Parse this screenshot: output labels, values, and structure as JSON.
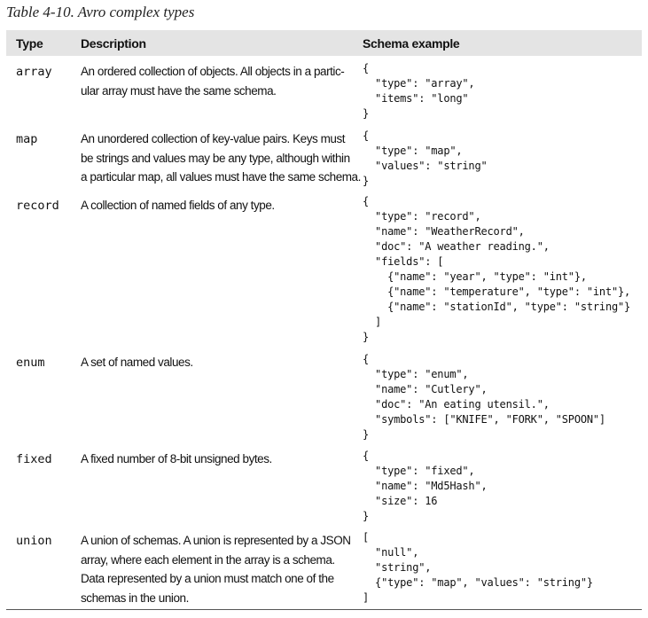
{
  "caption": "Table 4-10. Avro complex types",
  "headers": {
    "type": "Type",
    "description": "Description",
    "schema": "Schema example"
  },
  "rows": [
    {
      "type": "array",
      "description": [
        "An ordered collection of objects. All objects in a partic-",
        "ular array must have the same schema."
      ],
      "schema": "{\n  \"type\": \"array\",\n  \"items\": \"long\"\n}"
    },
    {
      "type": "map",
      "description": [
        "An unordered collection of key-value pairs. Keys must",
        "be strings and values may be any type, although within",
        "a particular map, all values must have the same schema."
      ],
      "schema": "{\n  \"type\": \"map\",\n  \"values\": \"string\"\n}"
    },
    {
      "type": "record",
      "description": [
        "A collection of named fields of any type."
      ],
      "schema": "{\n  \"type\": \"record\",\n  \"name\": \"WeatherRecord\",\n  \"doc\": \"A weather reading.\",\n  \"fields\": [\n    {\"name\": \"year\", \"type\": \"int\"},\n    {\"name\": \"temperature\", \"type\": \"int\"},\n    {\"name\": \"stationId\", \"type\": \"string\"}\n  ]\n}"
    },
    {
      "type": "enum",
      "description": [
        "A set of named values."
      ],
      "schema": "{\n  \"type\": \"enum\",\n  \"name\": \"Cutlery\",\n  \"doc\": \"An eating utensil.\",\n  \"symbols\": [\"KNIFE\", \"FORK\", \"SPOON\"]\n}"
    },
    {
      "type": "fixed",
      "description": [
        "A fixed number of 8-bit unsigned bytes."
      ],
      "schema": "{\n  \"type\": \"fixed\",\n  \"name\": \"Md5Hash\",\n  \"size\": 16\n}"
    },
    {
      "type": "union",
      "description": [
        "A union of schemas. A union is represented by a JSON",
        "array, where each element in the array is a schema.",
        "Data represented by a union must match one of the",
        "schemas in the union."
      ],
      "schema": "[\n  \"null\",\n  \"string\",\n  {\"type\": \"map\", \"values\": \"string\"}\n]"
    }
  ]
}
